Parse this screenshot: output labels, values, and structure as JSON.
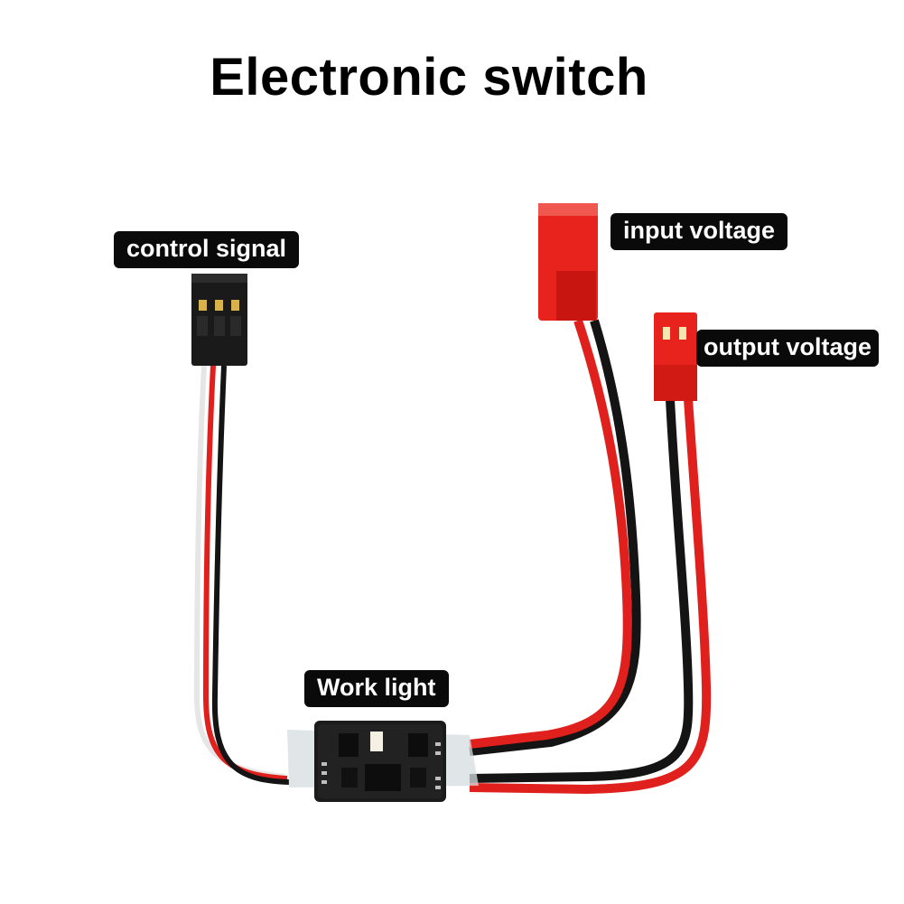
{
  "title": "Electronic switch",
  "labels": {
    "control_signal": "control signal",
    "input_voltage": "input voltage",
    "output_voltage": "output voltage",
    "work_light": "Work light"
  },
  "colors": {
    "wire_red": "#e0201c",
    "wire_black": "#141414",
    "connector_red": "#e8231e",
    "servo_plug": "#1a1a1a",
    "pcb": "#1b1b1b",
    "led": "#f4f1e4",
    "label_bg": "#0a0a0a",
    "label_text": "#ffffff"
  }
}
